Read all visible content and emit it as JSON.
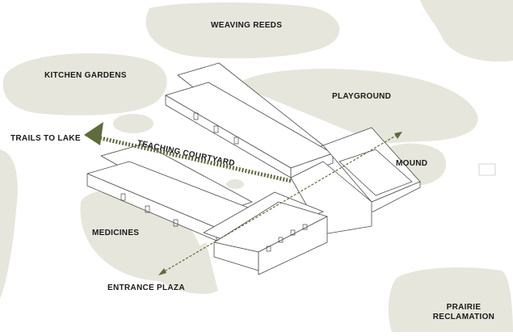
{
  "diagram": {
    "labels": {
      "weaving_reeds": "WEAVING REEDS",
      "kitchen_gardens": "KITCHEN GARDENS",
      "playground": "PLAYGROUND",
      "trails_to_lake": "TRAILS TO LAKE",
      "teaching_courtyard": "TEACHING COURTYARD",
      "mound": "MOUND",
      "medicines": "MEDICINES",
      "entrance_plaza": "ENTRANCE PLAZA",
      "prairie_reclamation_line1": "PRAIRIE",
      "prairie_reclamation_line2": "RECLAMATION"
    },
    "colors": {
      "landscape_fill": "#e6e6dc",
      "accent_green": "#5e6b3c",
      "line": "#4a4a4a",
      "roof": "#ffffff"
    }
  }
}
